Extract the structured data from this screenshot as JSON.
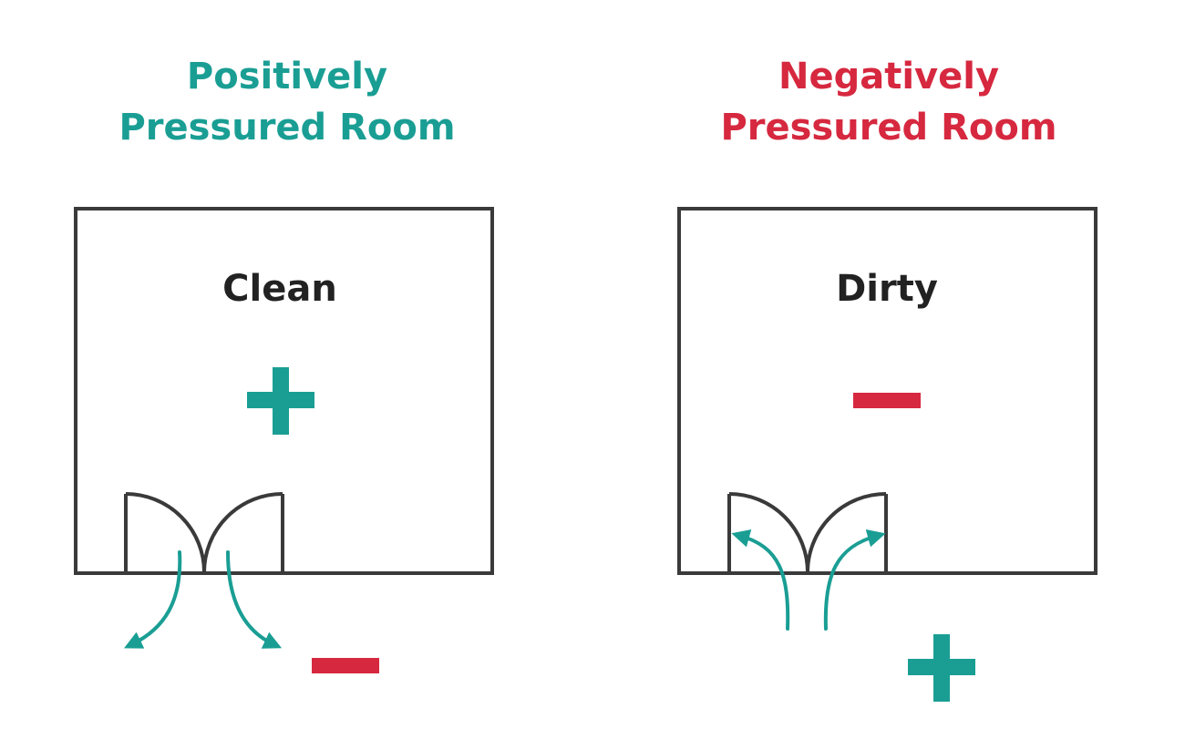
{
  "colors": {
    "teal": "#1a9e94",
    "red": "#d6283f",
    "outline": "#3a3a3a",
    "text": "#222222"
  },
  "positive": {
    "title_line1": "Positively",
    "title_line2": "Pressured Room",
    "room_label": "Clean",
    "inside_symbol": "+",
    "outside_symbol": "−",
    "airflow": "out"
  },
  "negative": {
    "title_line1": "Negatively",
    "title_line2": "Pressured Room",
    "room_label": "Dirty",
    "inside_symbol": "−",
    "outside_symbol": "+",
    "airflow": "in"
  }
}
